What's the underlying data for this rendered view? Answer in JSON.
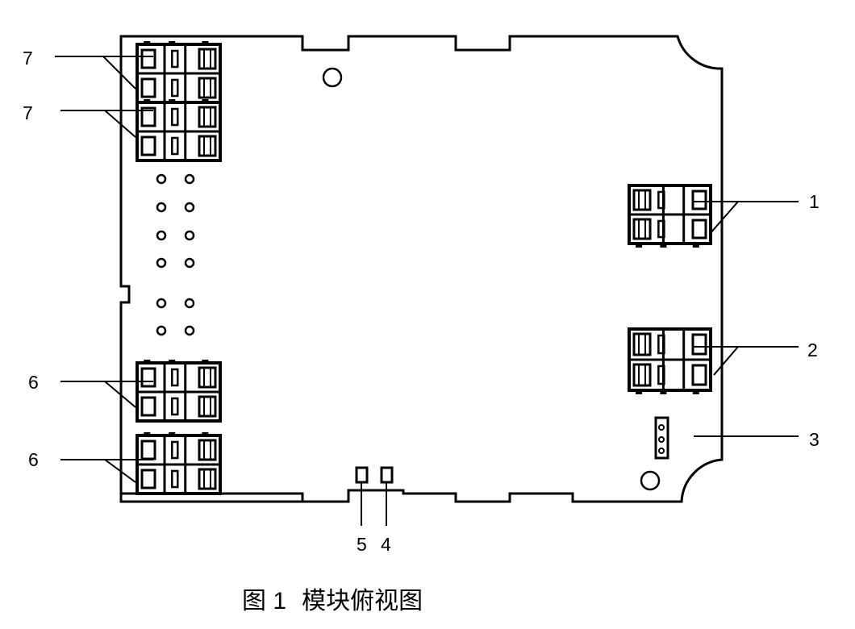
{
  "diagram": {
    "title": "模块俯视图",
    "figure_label": "图 1",
    "callouts": [
      {
        "id": "c7a",
        "label": "7"
      },
      {
        "id": "c7b",
        "label": "7"
      },
      {
        "id": "c1",
        "label": "1"
      },
      {
        "id": "c2",
        "label": "2"
      },
      {
        "id": "c6a",
        "label": "6"
      },
      {
        "id": "c6b",
        "label": "6"
      },
      {
        "id": "c3",
        "label": "3"
      },
      {
        "id": "c5",
        "label": "5"
      },
      {
        "id": "c4",
        "label": "4"
      }
    ],
    "colors": {
      "line": "#000000",
      "background": "#ffffff",
      "connector_fill": "#ffffff"
    }
  }
}
